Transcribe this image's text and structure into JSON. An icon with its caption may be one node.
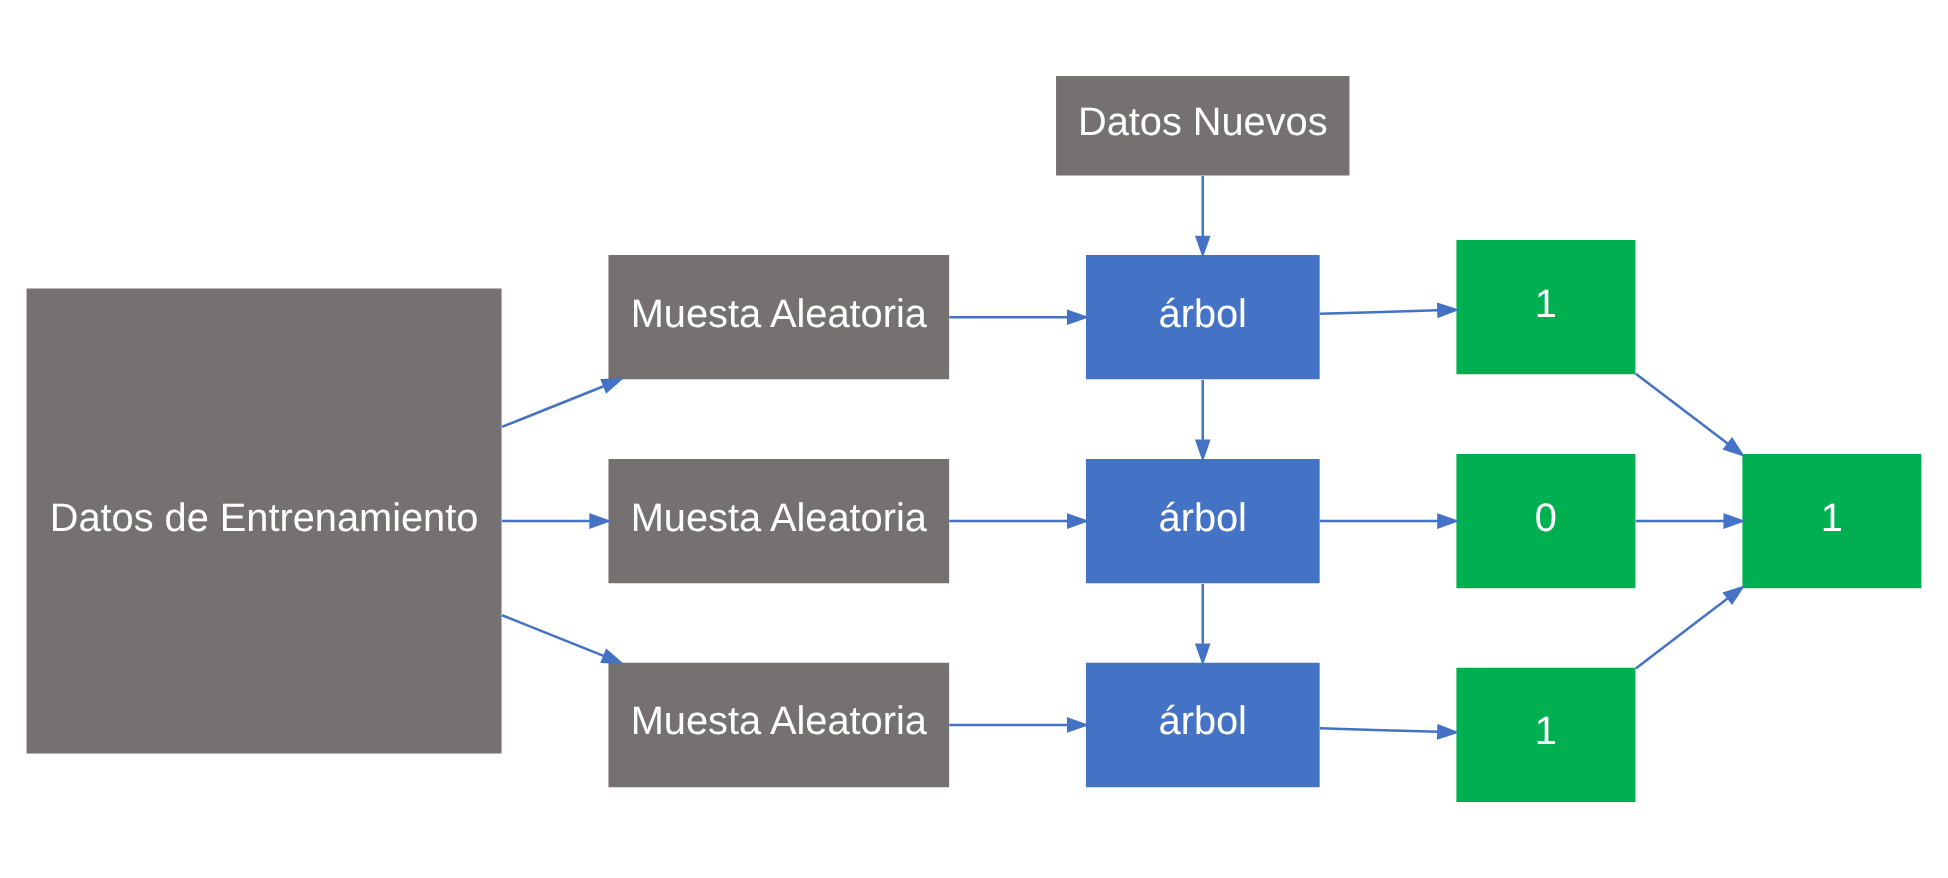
{
  "diagram": {
    "nodes": [
      {
        "text": [
          "Datos de Entrenamiento"
        ]
      },
      {
        "text": [
          "Muesta Aleatoria"
        ]
      },
      {
        "text": [
          "Muesta Aleatoria"
        ]
      },
      {
        "text": [
          "Muesta Aleatoria"
        ]
      },
      {
        "text": [
          "árbol"
        ]
      },
      {
        "text": [
          "árbol"
        ]
      },
      {
        "text": [
          "árbol"
        ]
      },
      {
        "text": [
          "1"
        ]
      },
      {
        "text": [
          "0"
        ]
      },
      {
        "text": [
          "1"
        ]
      },
      {
        "text": [
          "1"
        ]
      },
      {
        "text": [
          "Datos Nuevos"
        ]
      }
    ],
    "edges": [
      {
        "from": 0,
        "to": 1,
        "arrow": "to"
      },
      {
        "from": 0,
        "to": 2,
        "arrow": "to"
      },
      {
        "from": 0,
        "to": 3,
        "arrow": "to"
      },
      {
        "from": 1,
        "to": 4,
        "arrow": "to"
      },
      {
        "from": 2,
        "to": 5,
        "arrow": "to"
      },
      {
        "from": 3,
        "to": 6,
        "arrow": "to"
      },
      {
        "from": 5,
        "to": 4,
        "arrow": "to"
      },
      {
        "from": 6,
        "to": 5,
        "arrow": "to"
      },
      {
        "from": 11,
        "to": 6,
        "arrow": "to"
      },
      {
        "from": 4,
        "to": 7,
        "arrow": "to"
      },
      {
        "from": 5,
        "to": 8,
        "arrow": "to"
      },
      {
        "from": 6,
        "to": 9,
        "arrow": "to"
      },
      {
        "from": 7,
        "to": 10,
        "arrow": "to"
      },
      {
        "from": 8,
        "to": 10,
        "arrow": "to"
      },
      {
        "from": 9,
        "to": 10,
        "arrow": "to"
      }
    ]
  }
}
